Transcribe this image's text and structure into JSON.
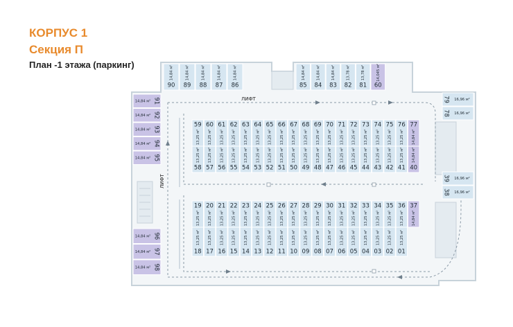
{
  "header": {
    "building": "КОРПУС 1",
    "section": "Секция П",
    "floor_plan": "План -1 этажа (паркинг)"
  },
  "labels": {
    "lift": "ЛИФТ"
  },
  "area_std": "13,25 м²",
  "area_big": "14,84 м²",
  "area_side": "16,96 м²",
  "area_60": "14,045 м²",
  "area_top_right": "13,78 м²",
  "colors": {
    "highlight": "#c9c3e6",
    "slot": "#d6e6f1",
    "floor": "#f3f6f8",
    "wall": "#c7d2da"
  },
  "spots": {
    "top_left": [
      "90",
      "89",
      "88",
      "87",
      "86"
    ],
    "top_right": [
      "85",
      "84",
      "83",
      "82",
      "81",
      "60"
    ],
    "left_upper": [
      "91",
      "92",
      "93",
      "94",
      "95"
    ],
    "left_lower": [
      "96",
      "97",
      "98"
    ],
    "right_side": [
      "79",
      "78",
      "39",
      "38"
    ],
    "row_59_76": [
      "59",
      "60",
      "61",
      "62",
      "63",
      "64",
      "65",
      "66",
      "67",
      "68",
      "69",
      "70",
      "71",
      "72",
      "73",
      "74",
      "75",
      "76"
    ],
    "row_58_41": [
      "58",
      "57",
      "56",
      "55",
      "54",
      "53",
      "52",
      "51",
      "50",
      "49",
      "48",
      "47",
      "46",
      "45",
      "44",
      "43",
      "42",
      "41"
    ],
    "spot_77": "77",
    "spot_40": "40",
    "row_19_36": [
      "19",
      "20",
      "21",
      "22",
      "23",
      "24",
      "25",
      "26",
      "27",
      "28",
      "29",
      "30",
      "31",
      "32",
      "33",
      "34",
      "35",
      "36"
    ],
    "row_18_01": [
      "18",
      "17",
      "16",
      "15",
      "14",
      "13",
      "12",
      "11",
      "10",
      "09",
      "08",
      "07",
      "06",
      "05",
      "04",
      "03",
      "02",
      "01"
    ],
    "spot_37": "37"
  }
}
